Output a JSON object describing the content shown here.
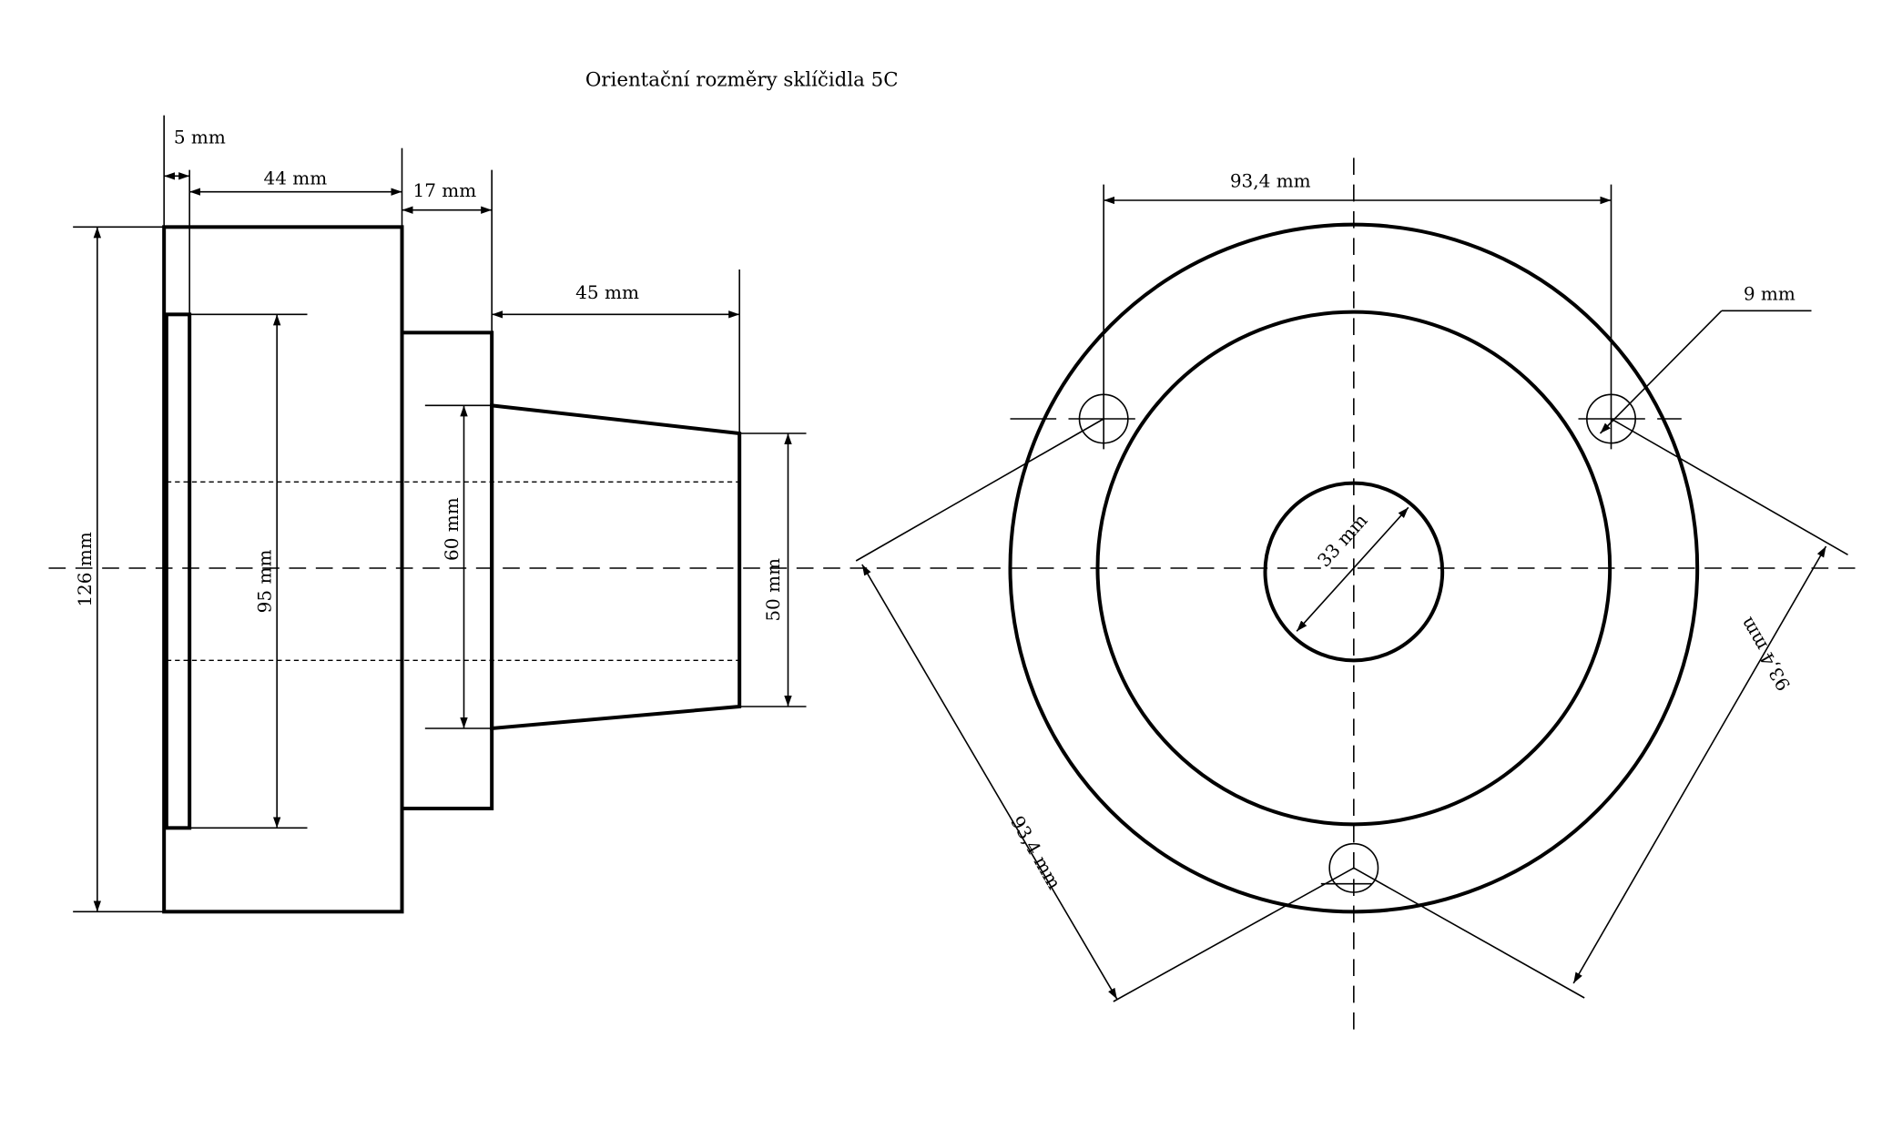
{
  "title": "Orientační rozměry sklíčidla 5C",
  "side_view": {
    "dim_flange": "5 mm",
    "dim_body_length": "44 mm",
    "dim_collar_length": "17 mm",
    "dim_taper_length": "45 mm",
    "dim_outer_diameter": "126 mm",
    "dim_flange_diameter": "95 mm",
    "dim_taper_large": "60 mm",
    "dim_taper_small": "50 mm"
  },
  "front_view": {
    "dim_hole_spacing_top": "93,4 mm",
    "dim_hole_diameter": "9 mm",
    "dim_bore": "33 mm",
    "dim_hole_spacing_left": "93,4 mm",
    "dim_hole_spacing_right": "93,4 mm"
  }
}
